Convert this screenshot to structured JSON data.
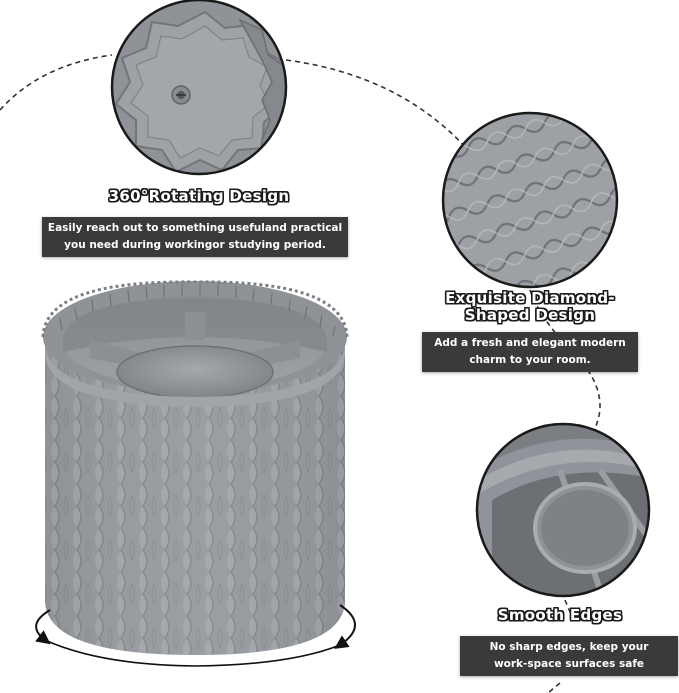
{
  "features": [
    {
      "title": "360°Rotating Design",
      "lines": [
        "Easily reach out to something usefuland practical",
        "you need during workingor studying period."
      ],
      "icon": "rotating-base-closeup"
    },
    {
      "title_lines": [
        "Exquisite Diamond-",
        "Shaped Design"
      ],
      "lines": [
        "Add a fresh and elegant modern",
        "charm to your room."
      ],
      "icon": "diamond-texture-closeup"
    },
    {
      "title": "Smooth Edges",
      "lines": [
        "No sharp edges, keep your",
        "work-space surfaces safe"
      ],
      "icon": "smooth-rim-closeup"
    }
  ],
  "product": {
    "name": "rotating-pen-holder",
    "rotation_indicator": "360-arrow"
  },
  "colors": {
    "product_gray": "#8e9296",
    "caption_bg": "#3a3a3a",
    "caption_text": "#ffffff",
    "outline": "#1a1a1a",
    "dashed_line": "#333333"
  }
}
